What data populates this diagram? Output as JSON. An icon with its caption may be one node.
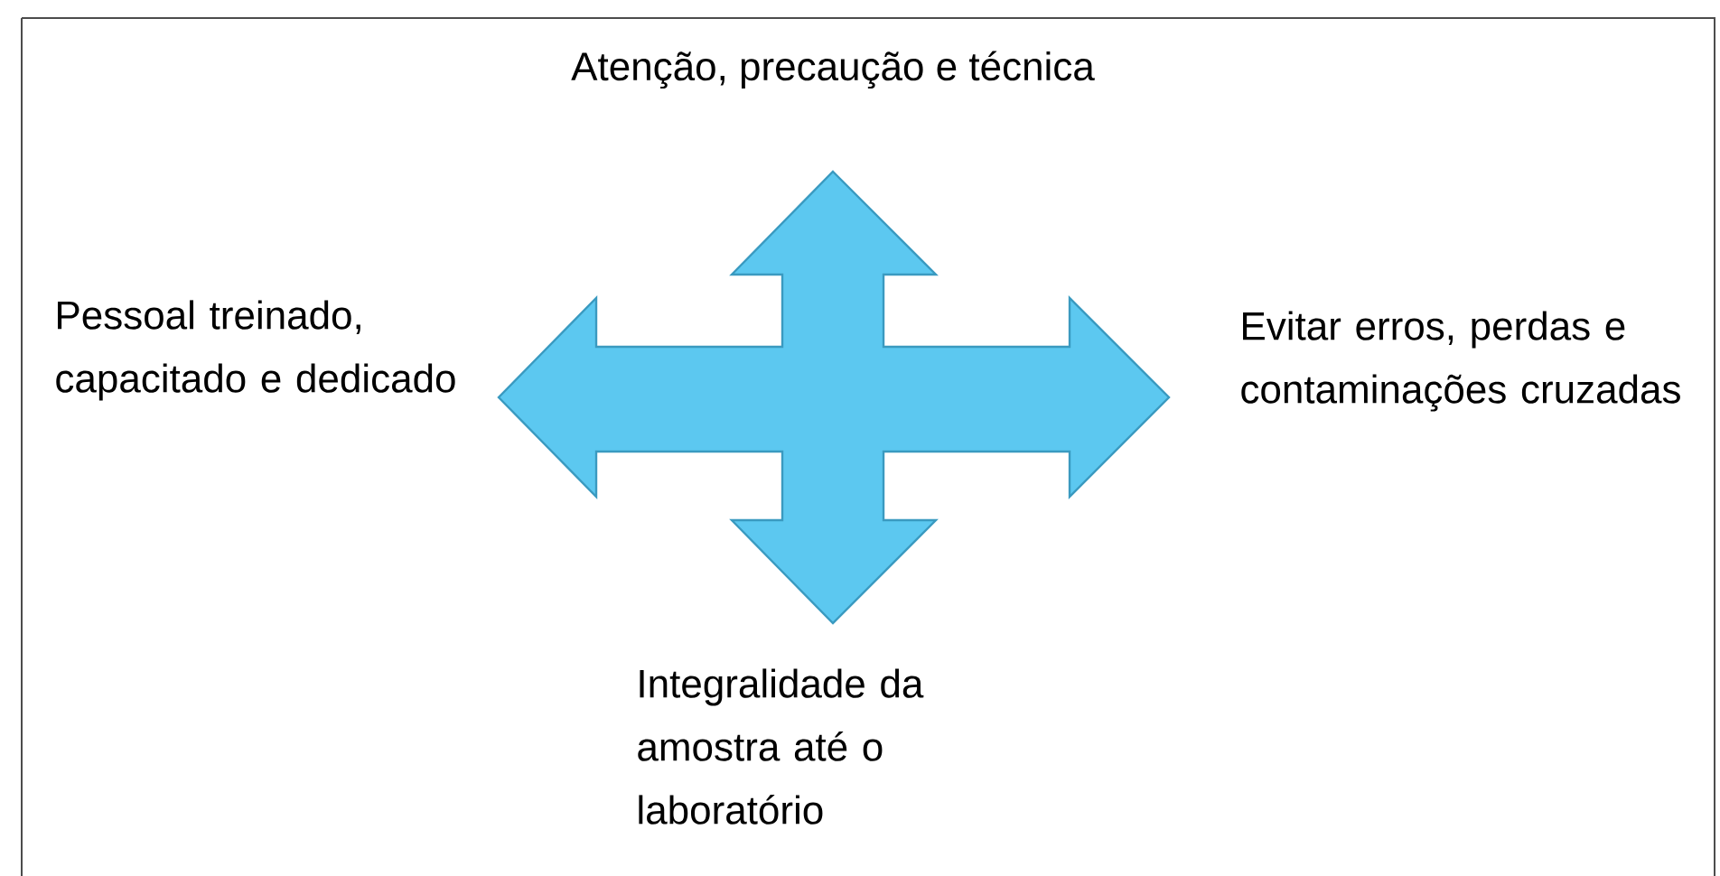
{
  "diagram": {
    "labels": [
      "Atenção, precaução e técnica",
      "Pessoal treinado, capacitado e dedicado",
      "Evitar erros, perdas e contaminações cruzadas",
      "Integralidade da amostra até o laboratório"
    ]
  }
}
